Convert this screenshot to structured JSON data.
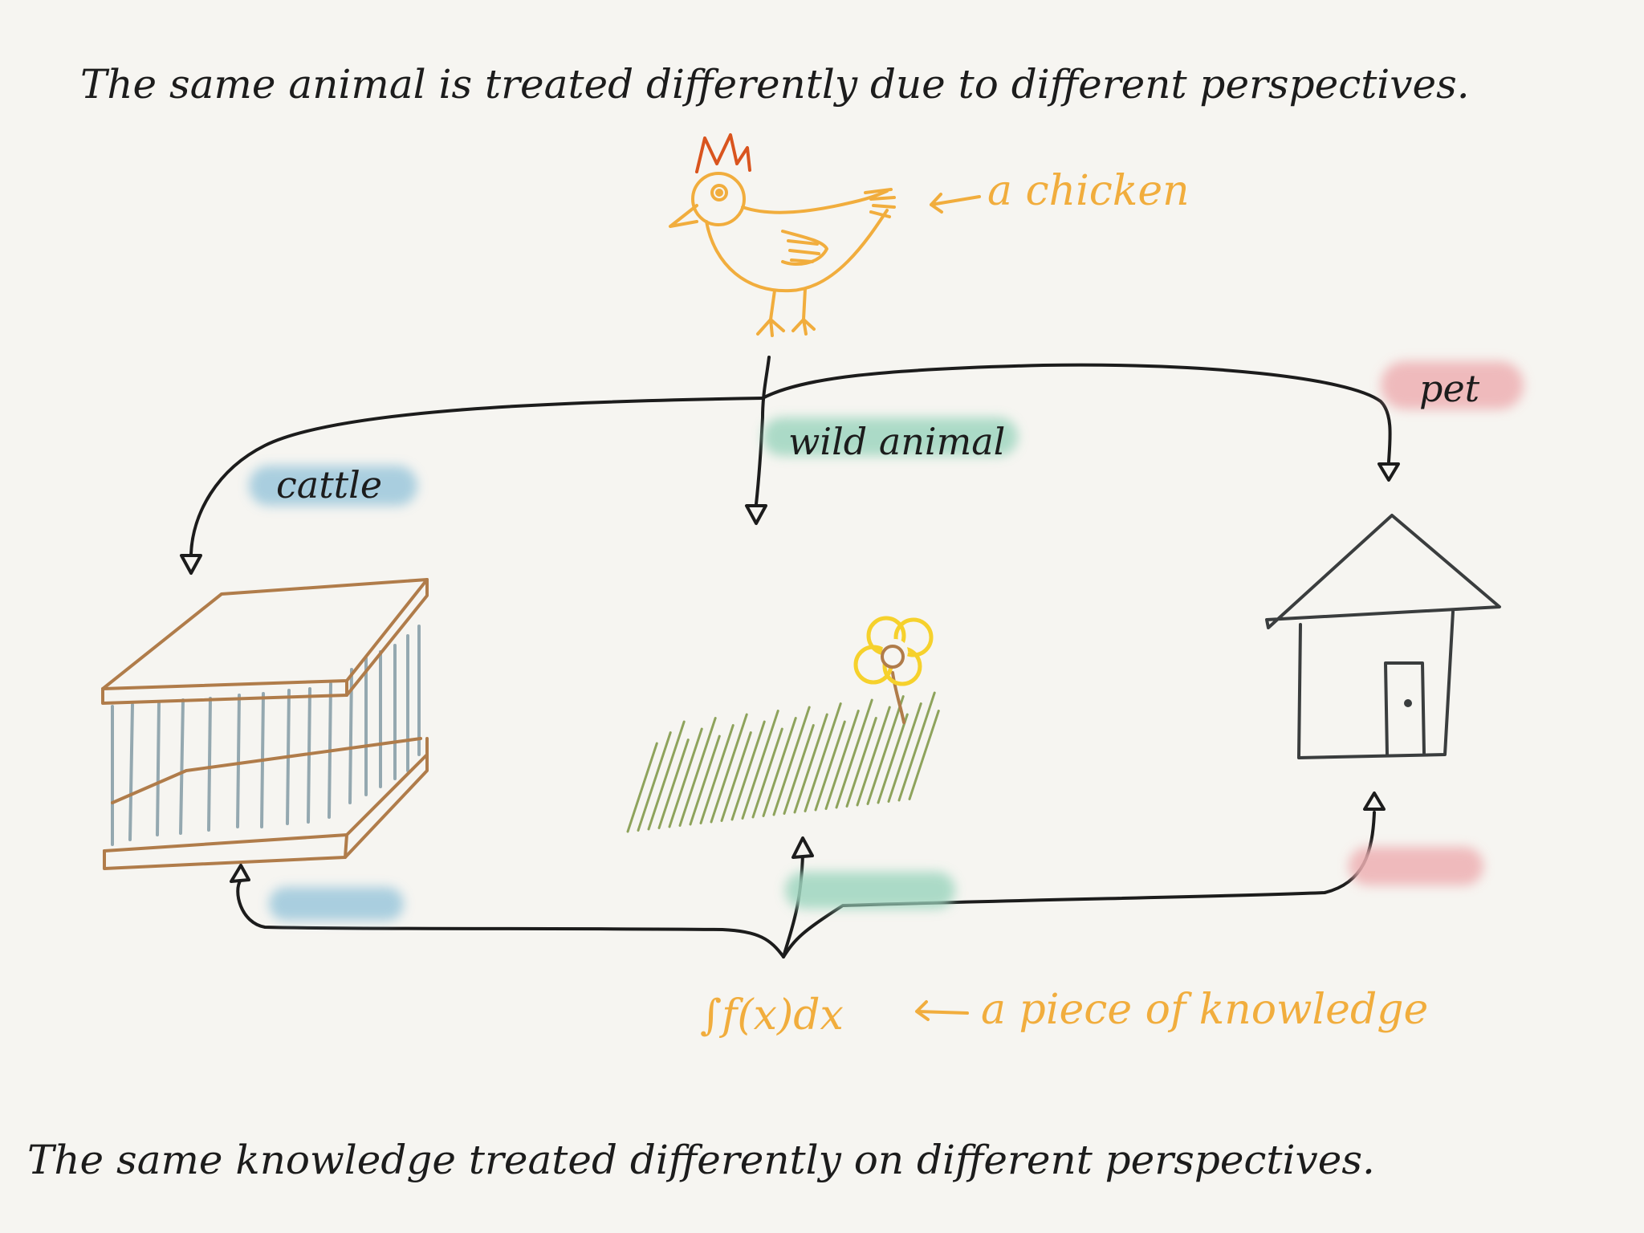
{
  "title_top": "The same animal is treated differently due to different perspectives.",
  "title_bottom": "The same knowledge treated differently on different perspectives.",
  "top_subject": {
    "annotation": "a chicken",
    "icon": "chicken-icon"
  },
  "bottom_subject": {
    "formula": "∫f(x)dx",
    "annotation": "a piece of knowledge"
  },
  "perspectives": {
    "left": {
      "label": "cattle",
      "highlight_color": "#9cc8dc",
      "icon": "cage-icon"
    },
    "middle": {
      "label": "wild animal",
      "highlight_color": "#9fd6c0",
      "icon": "wild-grass-flower-icon"
    },
    "right": {
      "label": "pet",
      "highlight_color": "#eeb0b3",
      "icon": "house-icon"
    }
  },
  "colors": {
    "ink": "#1c1c1c",
    "orange": "#f1ad3d",
    "comb": "#d9541e",
    "cage_wood": "#b07c4a",
    "cage_bars": "#94a8b0",
    "grass": "#8ea35c",
    "flower": "#f6d12c",
    "house": "#3a3d3e",
    "background": "#f6f5f1"
  }
}
